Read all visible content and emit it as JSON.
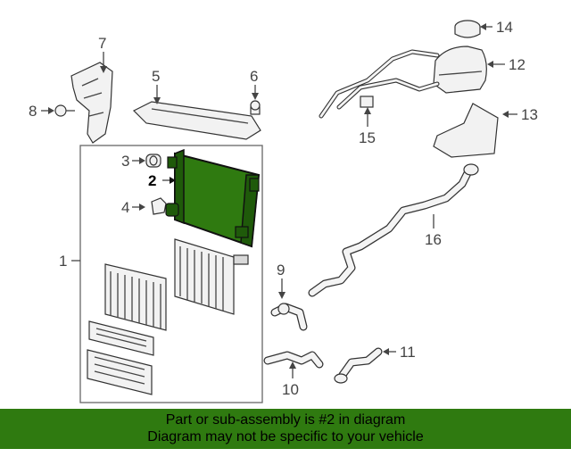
{
  "diagram": {
    "highlighted_part": "2",
    "highlight_color": "#2f7a10",
    "callouts": [
      {
        "id": "1",
        "label": "1"
      },
      {
        "id": "2",
        "label": "2"
      },
      {
        "id": "3",
        "label": "3"
      },
      {
        "id": "4",
        "label": "4"
      },
      {
        "id": "5",
        "label": "5"
      },
      {
        "id": "6",
        "label": "6"
      },
      {
        "id": "7",
        "label": "7"
      },
      {
        "id": "8",
        "label": "8"
      },
      {
        "id": "9",
        "label": "9"
      },
      {
        "id": "10",
        "label": "10"
      },
      {
        "id": "11",
        "label": "11"
      },
      {
        "id": "12",
        "label": "12"
      },
      {
        "id": "13",
        "label": "13"
      },
      {
        "id": "14",
        "label": "14"
      },
      {
        "id": "15",
        "label": "15"
      },
      {
        "id": "16",
        "label": "16"
      }
    ]
  },
  "banner": {
    "line1": "Part or sub-assembly is #2 in diagram",
    "line2": "Diagram may not be specific to your vehicle",
    "background": "#2f7a10"
  }
}
